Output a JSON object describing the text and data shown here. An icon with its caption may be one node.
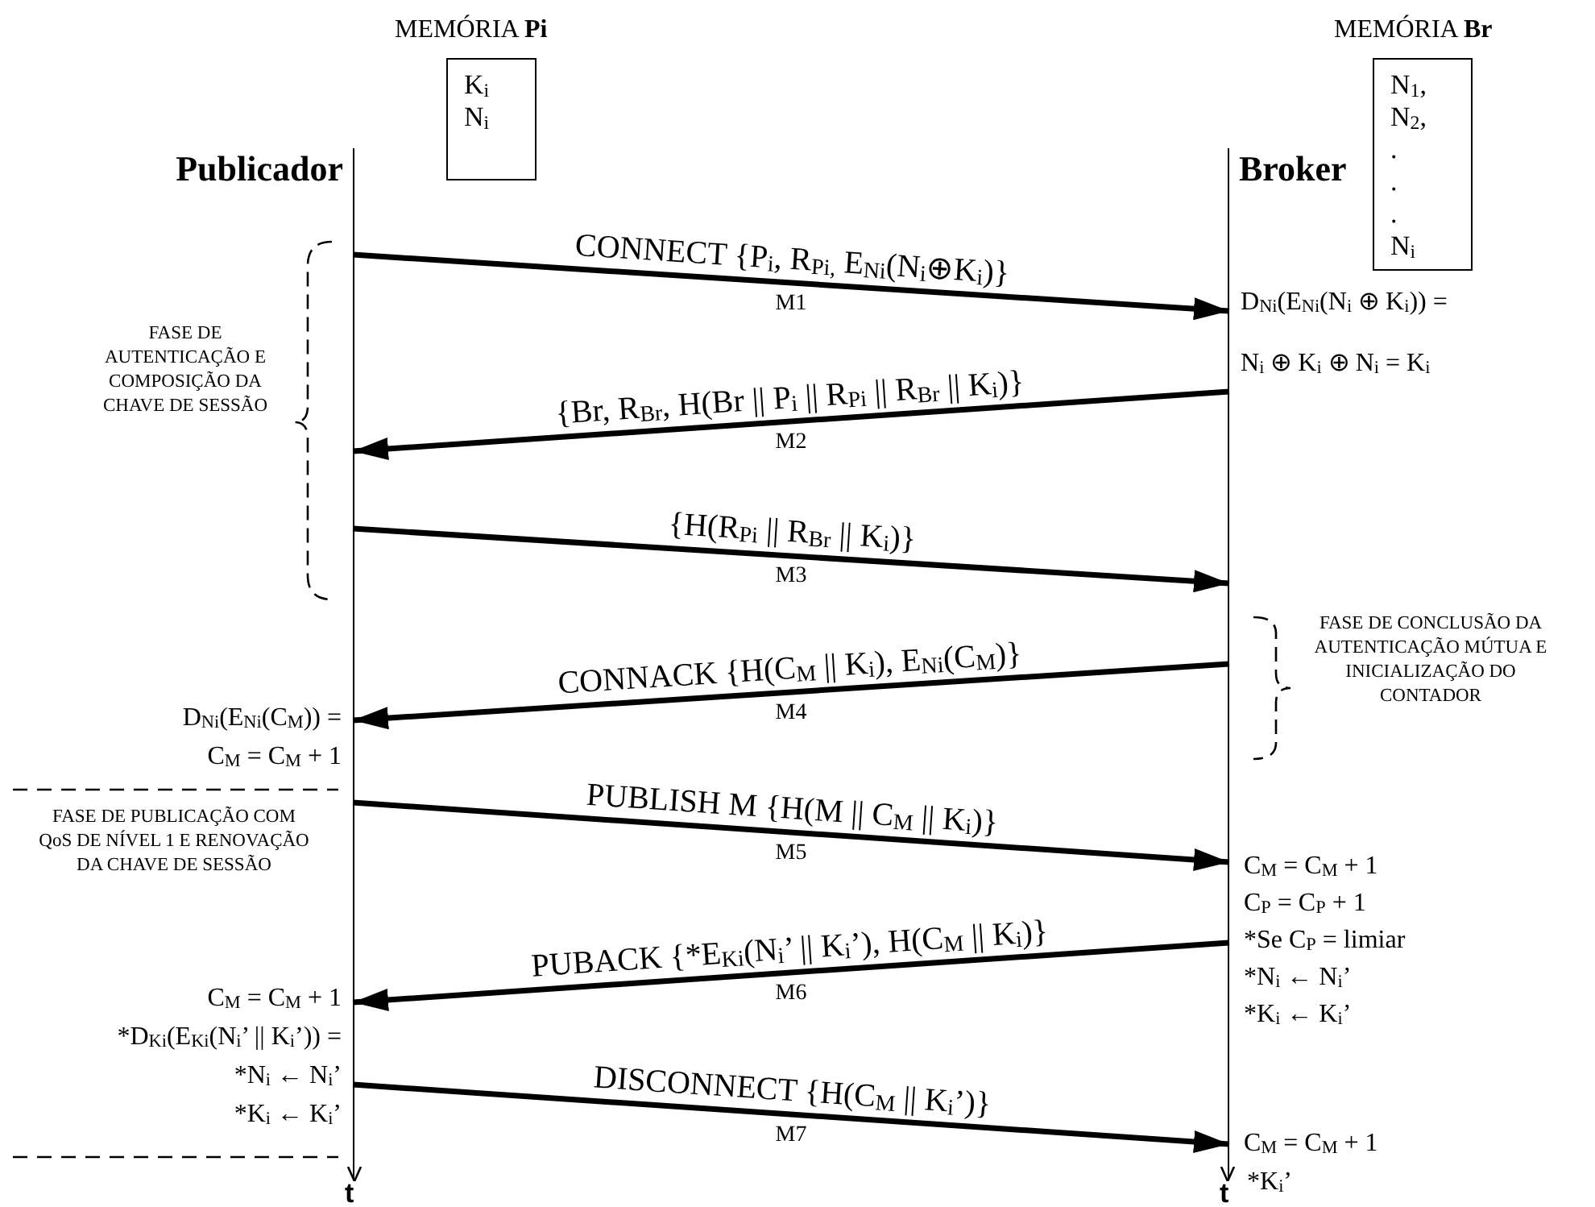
{
  "diagram": {
    "nodes": [
      {
        "text": [
          "Publicador"
        ]
      },
      {
        "text": [
          "MEMÓRIA **Pi**",
          "K$_{i}$ N$_{i}$"
        ]
      },
      {
        "text": [
          "Broker"
        ]
      },
      {
        "text": [
          "MEMÓRIA **Br**",
          "N$_{1}$, N$_{2}$, . . . N$_{i}$"
        ]
      }
    ],
    "edges": [
      {
        "from": 0,
        "to": 2,
        "arrow": "to",
        "label": "CONNECT {P$_{i}$, R$_{Pi,}$ E$_{Ni}$(N$_{i}$⊕K$_{i}$)}"
      },
      {
        "from": 2,
        "to": 0,
        "arrow": "to",
        "label": "{Br, R$_{Br}$, H(Br || P$_{i}$ || R$_{Pi}$ || R$_{Br}$ || K$_{i}$)}"
      },
      {
        "from": 0,
        "to": 2,
        "arrow": "to",
        "label": "{H(R$_{Pi}$ || R$_{Br}$ || K$_{i}$)}"
      },
      {
        "from": 2,
        "to": 0,
        "arrow": "to",
        "label": "CONNACK {H(C$_{M}$ || K$_{i}$), E$_{Ni}$(C$_{M}$)}"
      },
      {
        "from": 0,
        "to": 2,
        "arrow": "to",
        "label": "PUBLISH M {H(M || C$_{M}$ || K$_{i}$)}"
      },
      {
        "from": 2,
        "to": 0,
        "arrow": "to",
        "label": "PUBACK {*E$_{Ki}$(N$_{i}$’ || K$_{i}$’), H(C$_{M}$ || K$_{i}$)}"
      },
      {
        "from": 0,
        "to": 2,
        "arrow": "to",
        "label": "DISCONNECT {H(C$_{M}$ || K$_{i}$’)}"
      }
    ],
    "labels": [
      "D$_{Ni}$(E$_{Ni}$(N$_{i}$ ⊕ K$_{i}$)) =",
      "N$_{i}$ ⊕ K$_{i}$ ⊕ N$_{i}$ = K$_{i}$",
      "FASE DE AUTENTICAÇÃO E COMPOSIÇÃO DA CHAVE DE SESSÃO",
      "FASE DE CONCLUSÃO DA AUTENTICAÇÃO MÚTUA E INICIALIZAÇÃO DO CONTADOR",
      "D$_{Ni}$(E$_{Ni}$(C$_{M}$)) =",
      "C$_{M}$ = C$_{M}$ + 1",
      "FASE DE PUBLICAÇÃO COM QoS DE NÍVEL 1 E RENOVAÇÃO DA CHAVE DE SESSÃO",
      "C$_{M}$ = C$_{M}$ + 1",
      "C$_{P}$ = C$_{P}$ + 1",
      "*Se C$_{P}$ = limiar",
      "*N$_{i}$ ← N$_{i}$’",
      "*K$_{i}$ ← K$_{i}$’",
      "C$_{M}$ = C$_{M}$ + 1",
      "*D$_{Ki}$(E$_{Ki}$(N$_{i}$’ || K$_{i}$’)) =",
      "*N$_{i}$ ← N$_{i}$’",
      "*K$_{i}$ ← K$_{i}$’",
      "C$_{M}$ = C$_{M}$ + 1",
      "*K$_{i}$’",
      "t",
      "t",
      "M1",
      "M2",
      "M3",
      "M4",
      "M5",
      "M6",
      "M7"
    ]
  }
}
